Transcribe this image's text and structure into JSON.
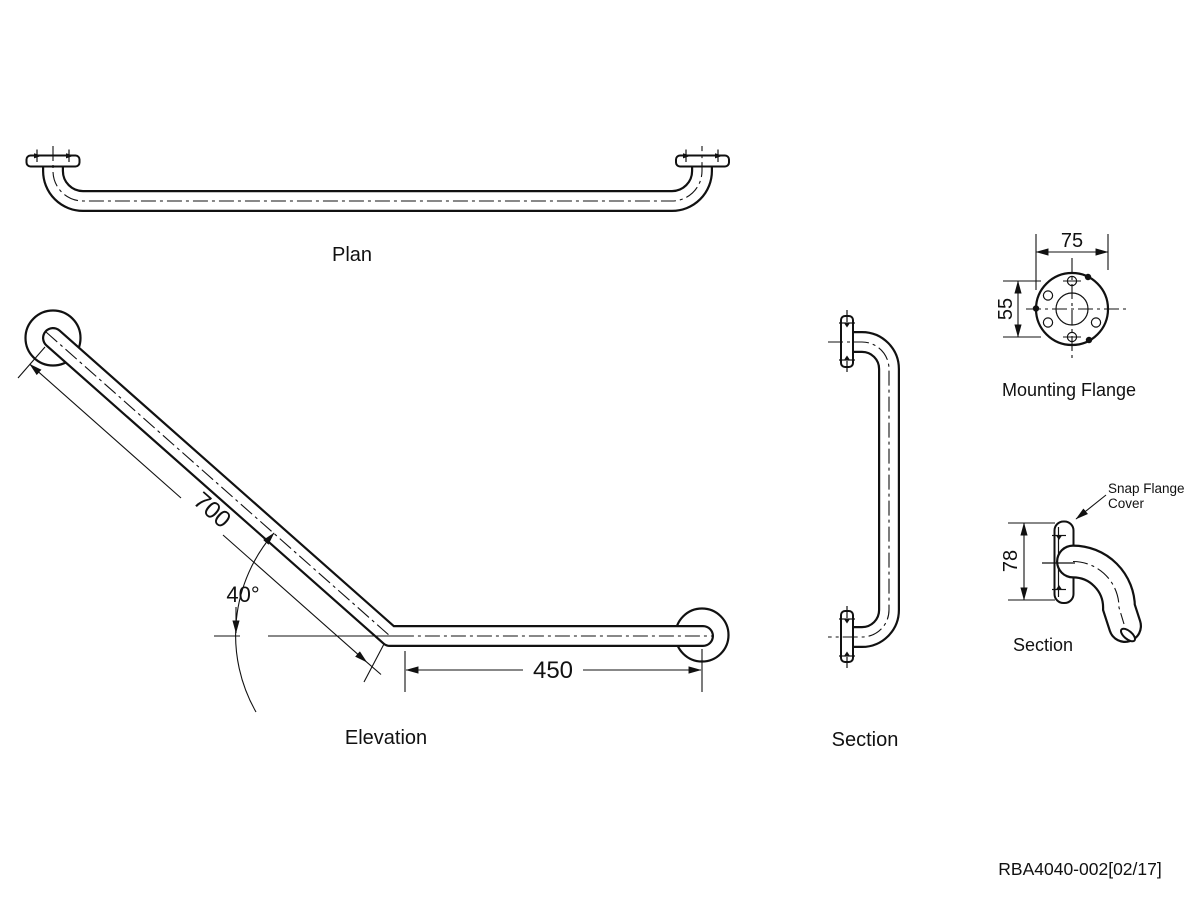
{
  "views": {
    "plan": {
      "label": "Plan"
    },
    "elevation": {
      "label": "Elevation",
      "dims": {
        "length": "700",
        "angle": "40°",
        "base": "450"
      }
    },
    "section": {
      "label": "Section"
    },
    "mounting_flange": {
      "label": "Mounting Flange",
      "dims": {
        "outer": "75",
        "bolt": "55"
      }
    },
    "section_detail": {
      "label": "Section",
      "dims": {
        "height": "78"
      },
      "callout": {
        "line1": "Snap Flange",
        "line2": "Cover"
      }
    }
  },
  "part_number": "RBA4040-002[02/17]",
  "colors": {
    "line": "#111111",
    "background": "#ffffff"
  }
}
